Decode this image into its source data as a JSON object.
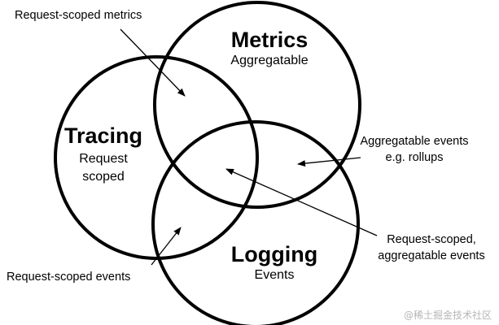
{
  "diagram": {
    "circles": [
      {
        "id": "metrics",
        "title": "Metrics",
        "subtitle": [
          "Aggregatable"
        ]
      },
      {
        "id": "tracing",
        "title": "Tracing",
        "subtitle": [
          "Request",
          "scoped"
        ]
      },
      {
        "id": "logging",
        "title": "Logging",
        "subtitle": [
          "Events"
        ]
      }
    ],
    "annotations": {
      "request_scoped_metrics": [
        "Request-scoped metrics"
      ],
      "aggregatable_events": [
        "Aggregatable events",
        "e.g. rollups"
      ],
      "request_scoped_aggregatable_events": [
        "Request-scoped,",
        "aggregatable events"
      ],
      "request_scoped_events": [
        "Request-scoped events"
      ]
    }
  },
  "watermark": "@稀土掘金技术社区"
}
